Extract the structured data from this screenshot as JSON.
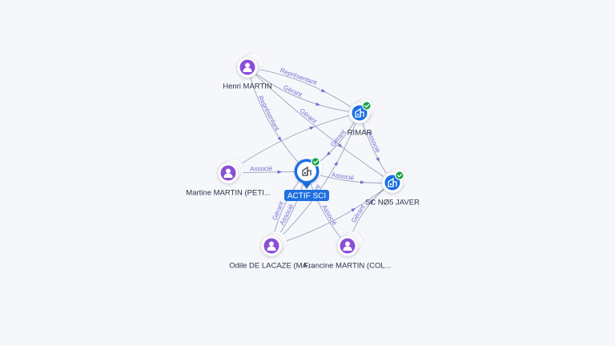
{
  "colors": {
    "person": "#8a4fd8",
    "company": "#1a6fe3",
    "check": "#16a34a",
    "edge": "#7f86a6",
    "edge_label": "#6e6fd0"
  },
  "nodes": [
    {
      "id": "actif",
      "label": "ACTIF SCI",
      "kind": "company-main",
      "icon": "building-icon",
      "verified": true
    },
    {
      "id": "henri",
      "label": "Henri MARTIN",
      "kind": "person",
      "icon": "person-icon",
      "verified": false
    },
    {
      "id": "rimar",
      "label": "RIMAR",
      "kind": "company",
      "icon": "building-icon",
      "verified": true
    },
    {
      "id": "martine",
      "label": "Martine MARTIN (PETI...",
      "kind": "person",
      "icon": "person-icon",
      "verified": false
    },
    {
      "id": "javer",
      "label": "SC NØ5 JAVER",
      "kind": "company",
      "icon": "building-icon",
      "verified": true
    },
    {
      "id": "odile",
      "label": "Odile DE LACAZE (MA...",
      "kind": "person",
      "icon": "person-icon",
      "verified": false
    },
    {
      "id": "francine",
      "label": "Francine MARTIN (COL...",
      "kind": "person",
      "icon": "person-icon",
      "verified": false
    }
  ],
  "edges": [
    {
      "from": "henri",
      "to": "rimar",
      "label": "Gérant"
    },
    {
      "from": "henri",
      "to": "rimar",
      "label": "Représentant"
    },
    {
      "from": "henri",
      "to": "actif",
      "label": "Représentant"
    },
    {
      "from": "henri",
      "to": "javer",
      "label": "Gérant"
    },
    {
      "from": "rimar",
      "to": "actif",
      "label": "Gérant"
    },
    {
      "from": "rimar",
      "to": "javer",
      "label": "Associé"
    },
    {
      "from": "martine",
      "to": "actif",
      "label": "Associé"
    },
    {
      "from": "martine",
      "to": "rimar",
      "label": ""
    },
    {
      "from": "actif",
      "to": "javer",
      "label": "Associé"
    },
    {
      "from": "odile",
      "to": "actif",
      "label": "Gérant"
    },
    {
      "from": "odile",
      "to": "actif",
      "label": "Associé"
    },
    {
      "from": "francine",
      "to": "actif",
      "label": "Associé"
    },
    {
      "from": "odile",
      "to": "rimar",
      "label": "Gérant"
    },
    {
      "from": "odile",
      "to": "javer",
      "label": ""
    },
    {
      "from": "francine",
      "to": "javer",
      "label": "Gérant"
    }
  ]
}
